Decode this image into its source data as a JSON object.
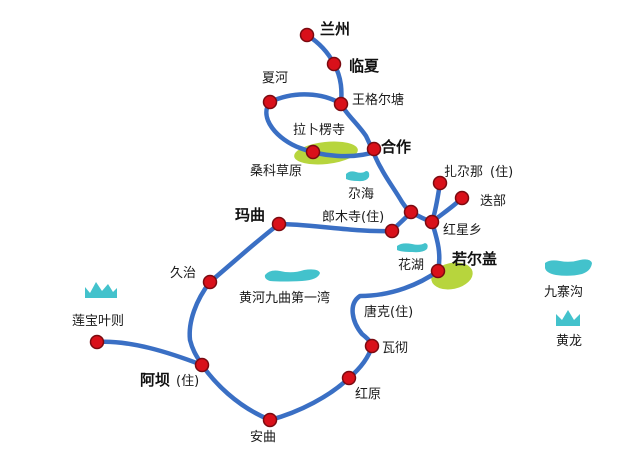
{
  "colors": {
    "route": "#3a6fc4",
    "station_fill": "#d9101a",
    "station_stroke": "#7a0a10",
    "lake": "#43c2cc",
    "grassland": "#b7d53d",
    "mountain": "#43c2cc"
  },
  "labels": {
    "lanzhou": "兰州",
    "linxia": "临夏",
    "xiahe": "夏河",
    "wangge": "王格尔塘",
    "labuleng": "拉卜楞寺",
    "hezuo": "合作",
    "sangke": "桑科草原",
    "zhananame": "扎尕那",
    "zhanazhu": "(住)",
    "diebu": "迭部",
    "duohai": "尕海",
    "maqu": "玛曲",
    "langmu": "郎木寺(住)",
    "hongxing": "红星乡",
    "huahu": "花湖",
    "ruoergai": "若尔盖",
    "jiuzhi": "久治",
    "huanghe": "黄河九曲第一湾",
    "tangke": "唐克(住)",
    "jiuzhaigou": "九寨沟",
    "lianbao": "莲宝叶则",
    "huanglong": "黄龙",
    "wache": "瓦彻",
    "aba": "阿坝",
    "abazhu": "(住)",
    "hongyuan": "红原",
    "anqu": "安曲"
  },
  "icons": {
    "station": "station-dot",
    "lake": "lake-icon",
    "mountain": "mountain-icon",
    "grassland": "grassland-patch"
  }
}
